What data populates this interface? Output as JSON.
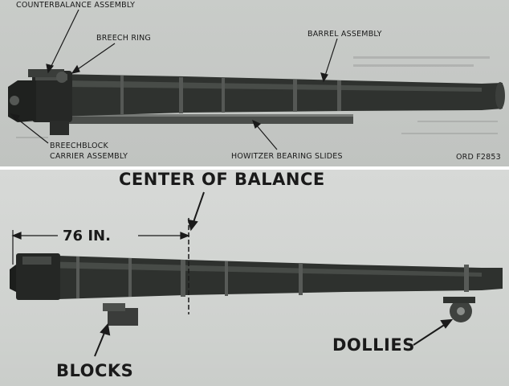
{
  "top_figure": {
    "labels": {
      "counterbalance": "COUNTERBALANCE ASSEMBLY",
      "breech_ring": "BREECH RING",
      "barrel_assembly": "BARREL ASSEMBLY",
      "breechblock_line1": "BREECHBLOCK",
      "breechblock_line2": "CARRIER ASSEMBLY",
      "bearing_slides": "HOWITZER BEARING SLIDES",
      "figure_number": "ORD F2853"
    }
  },
  "bottom_figure": {
    "labels": {
      "center_of_balance": "CENTER OF BALANCE",
      "dimension": "76 IN.",
      "blocks": "BLOCKS",
      "dollies": "DOLLIES"
    }
  },
  "colors": {
    "barrel_dark": "#2b2e2b",
    "background_top": "#c6c9c6",
    "background_bottom": "#d2d5d2",
    "text": "#1a1a1a"
  }
}
